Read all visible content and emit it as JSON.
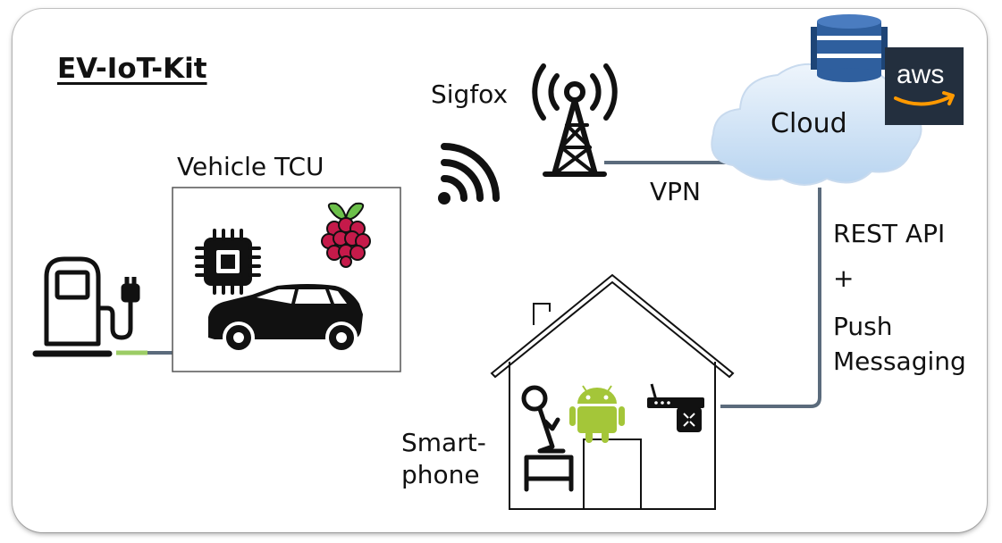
{
  "title": "EV-IoT-Kit",
  "nodes": {
    "vehicle_tcu": "Vehicle TCU",
    "sigfox": "Sigfox",
    "vpn": "VPN",
    "cloud": "Cloud",
    "aws": "aws",
    "smartphone_line1": "Smart-",
    "smartphone_line2": "phone"
  },
  "connection_label": {
    "line1": "REST API",
    "line2": "+",
    "line3": "Push",
    "line4": "Messaging"
  },
  "colors": {
    "charge_cable": "#9ccc65",
    "link_line": "#5b6b7c",
    "cloud_fill": "#cfe3f7",
    "dynamodb": "#2f5f9e",
    "aws_badge": "#232f3e",
    "aws_smile": "#f90",
    "android": "#a4c639",
    "raspberry": "#c51a4a",
    "raspberry_leaf": "#6cc04a"
  },
  "icons": [
    "ev-charger-icon",
    "chip-icon",
    "raspberry-pi-icon",
    "car-icon",
    "signal-icon",
    "radio-tower-icon",
    "cloud-icon",
    "dynamodb-icon",
    "aws-logo-icon",
    "house-icon",
    "person-icon",
    "android-icon",
    "router-icon"
  ]
}
